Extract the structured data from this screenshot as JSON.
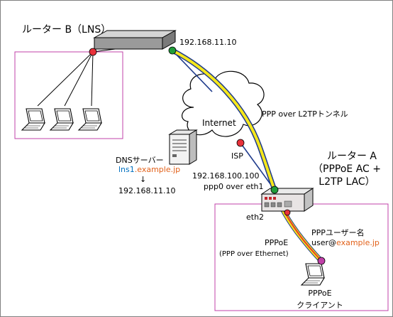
{
  "router_b": {
    "title": "ルーター B（LNS）",
    "ip": "192.168.11.10"
  },
  "internet": {
    "label": "Internet",
    "isp_label": "ISP"
  },
  "tunnel": {
    "label": "PPP over L2TPトンネル"
  },
  "dns": {
    "title": "DNSサーバー",
    "query_host": "lns1",
    "query_domain": ".example.jp",
    "arrow": "↓",
    "answer_ip": "192.168.11.10"
  },
  "router_a": {
    "title": "ルーター  A",
    "role_line1": "（PPPoE AC +",
    "role_line2": "L2TP LAC）",
    "wan_ip": "192.168.100.100",
    "wan_if": "ppp0 over eth1",
    "lan_if": "eth2"
  },
  "pppoe": {
    "title": "PPPoE",
    "subtitle": "(PPP over Ethernet)",
    "user_title": "PPPユーザー名",
    "user_local": "user@",
    "user_domain": "example.jp"
  },
  "client": {
    "line1": "PPPoE",
    "line2": "クライアント"
  },
  "colors": {
    "tunnel_yellow": "#f5e71b",
    "pppoe_red": "#e53c2c",
    "link_blue": "#1f3b8c",
    "box_border": "#c040a8",
    "host_blue": "#0070c0",
    "domain_orange": "#e2611a",
    "node_green": "#1f9c3a",
    "node_red": "#e8313a"
  }
}
